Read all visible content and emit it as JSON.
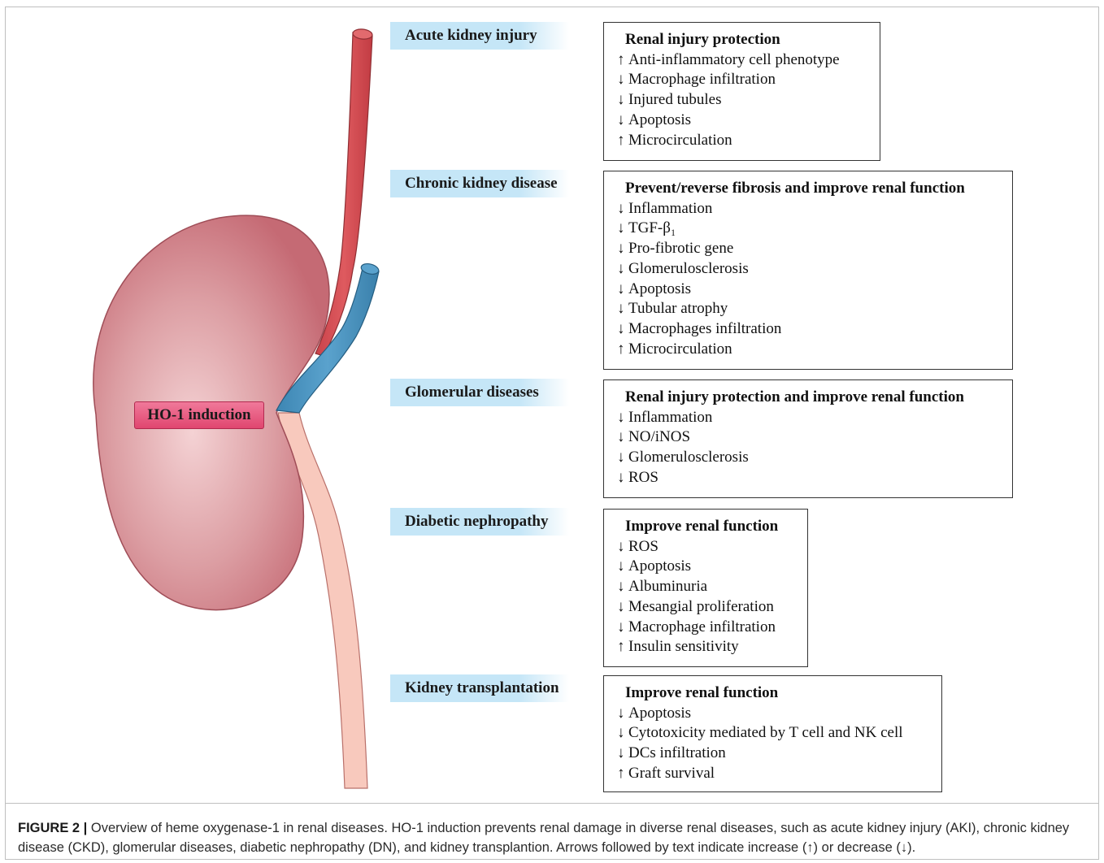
{
  "center_label": "HO-1 induction",
  "colors": {
    "kidney_light": "#f2cccf",
    "kidney_dark": "#c86e77",
    "artery": "#d45358",
    "vein": "#4a93bf",
    "ureter": "#f8c9bd",
    "tag_bg": "#c5e6f7",
    "ho1_bg": "#e85a7e"
  },
  "icons": [
    "kidney-illustration",
    "renal-artery",
    "renal-vein",
    "ureter"
  ],
  "panels": [
    {
      "tag": "Acute kidney injury",
      "heading": "Renal injury protection",
      "items": [
        {
          "arrow": "↑",
          "text": "Anti-inflammatory cell phenotype"
        },
        {
          "arrow": "↓",
          "text": "Macrophage infiltration"
        },
        {
          "arrow": "↓",
          "text": "Injured tubules"
        },
        {
          "arrow": "↓",
          "text": "Apoptosis"
        },
        {
          "arrow": "↑",
          "text": "Microcirculation"
        }
      ]
    },
    {
      "tag": "Chronic kidney disease",
      "heading": "Prevent/reverse fibrosis and improve renal function",
      "items": [
        {
          "arrow": "↓",
          "text": "Inflammation"
        },
        {
          "arrow": "↓",
          "text": "TGF-β₁"
        },
        {
          "arrow": "↓",
          "text": "Pro-fibrotic gene"
        },
        {
          "arrow": "↓",
          "text": "Glomerulosclerosis"
        },
        {
          "arrow": "↓",
          "text": "Apoptosis"
        },
        {
          "arrow": "↓",
          "text": "Tubular atrophy"
        },
        {
          "arrow": "↓",
          "text": "Macrophages infiltration"
        },
        {
          "arrow": "↑",
          "text": "Microcirculation"
        }
      ]
    },
    {
      "tag": "Glomerular diseases",
      "heading": "Renal injury protection and improve renal function",
      "items": [
        {
          "arrow": "↓",
          "text": "Inflammation"
        },
        {
          "arrow": "↓",
          "text": "NO/iNOS"
        },
        {
          "arrow": "↓",
          "text": "Glomerulosclerosis"
        },
        {
          "arrow": "↓",
          "text": "ROS"
        }
      ]
    },
    {
      "tag": "Diabetic nephropathy",
      "heading": "Improve renal function",
      "items": [
        {
          "arrow": "↓",
          "text": "ROS"
        },
        {
          "arrow": "↓",
          "text": "Apoptosis"
        },
        {
          "arrow": "↓",
          "text": "Albuminuria"
        },
        {
          "arrow": "↓",
          "text": "Mesangial proliferation"
        },
        {
          "arrow": "↓",
          "text": "Macrophage infiltration"
        },
        {
          "arrow": "↑",
          "text": "Insulin sensitivity"
        }
      ]
    },
    {
      "tag": "Kidney transplantation",
      "heading": "Improve renal function",
      "items": [
        {
          "arrow": "↓",
          "text": "Apoptosis"
        },
        {
          "arrow": "↓",
          "text": "Cytotoxicity mediated by T cell and NK cell"
        },
        {
          "arrow": "↓",
          "text": "DCs infiltration"
        },
        {
          "arrow": "↑",
          "text": "Graft survival"
        }
      ]
    }
  ],
  "caption": {
    "label": "FIGURE 2 |",
    "text": "Overview of heme oxygenase-1 in renal diseases. HO-1 induction prevents renal damage in diverse renal diseases, such as acute kidney injury (AKI), chronic kidney disease (CKD), glomerular diseases, diabetic nephropathy (DN), and kidney transplantion. Arrows followed by text indicate increase (↑) or decrease (↓)."
  }
}
